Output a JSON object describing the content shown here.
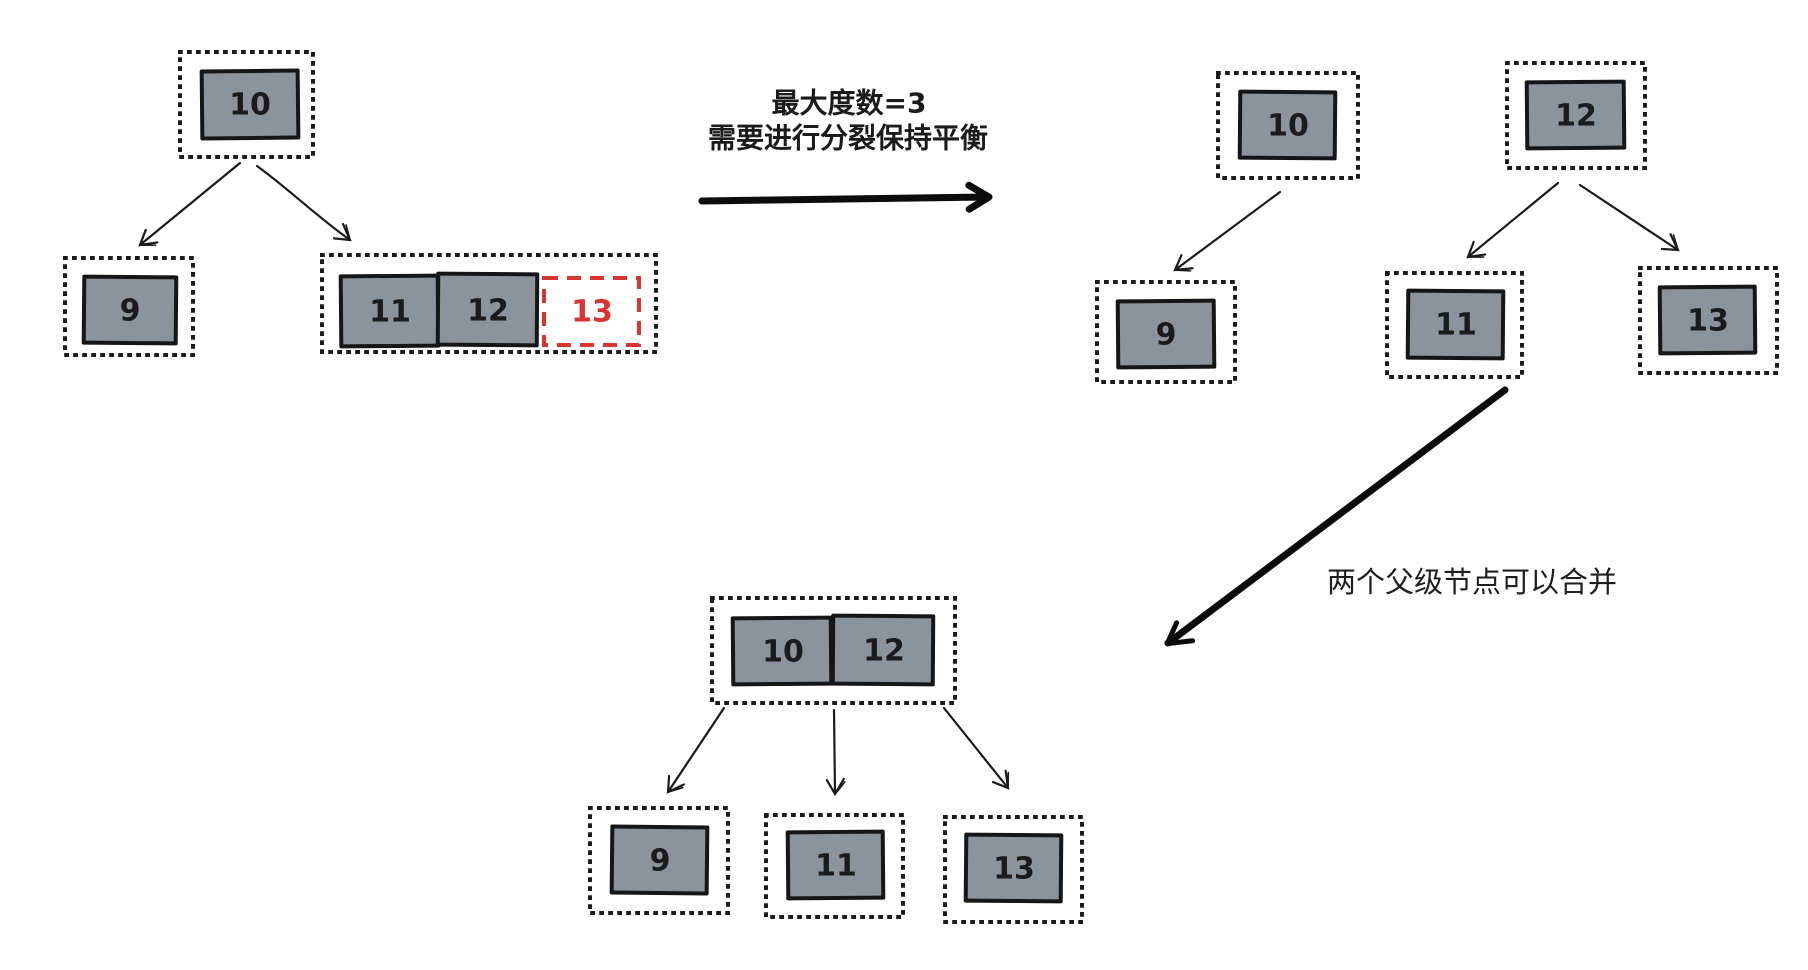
{
  "colors": {
    "background": "#ffffff",
    "node_fill": "#8b939c",
    "ink": "#1b1b1b",
    "overflow_red": "#d9342f"
  },
  "annotations": {
    "split_condition_line1": "最大度数=3",
    "split_condition_line2": "需要进行分裂保持平衡",
    "merge_note": "两个父级节点可以合并"
  },
  "tree_before_split": {
    "root_keys": [
      "10"
    ],
    "left_child_keys": [
      "9"
    ],
    "right_child_keys": [
      "11",
      "12"
    ],
    "overflow_key": "13"
  },
  "tree_after_split": {
    "subtree_left": {
      "root_key": "10",
      "child_keys": [
        "9"
      ]
    },
    "subtree_right": {
      "root_key": "12",
      "child_keys": [
        "11",
        "13"
      ]
    }
  },
  "tree_merged": {
    "root_keys": [
      "10",
      "12"
    ],
    "child_keys": [
      "9",
      "11",
      "13"
    ]
  }
}
